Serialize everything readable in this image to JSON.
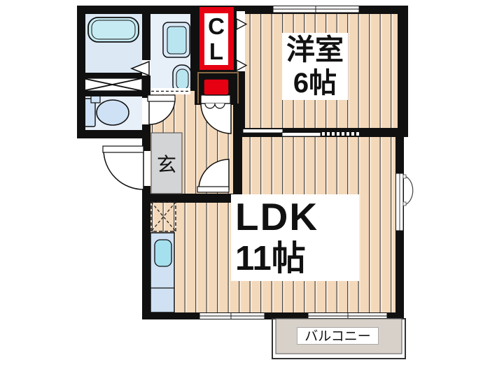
{
  "plan_type": "floorplan",
  "rooms": {
    "western_room": {
      "name": "洋室",
      "size": "6帖"
    },
    "ldk": {
      "name": "LDK",
      "size": "11帖"
    },
    "closet": {
      "label": "CL"
    },
    "genkan": {
      "label": "玄"
    },
    "balcony": {
      "label": "バルコニー"
    }
  },
  "fixtures": [
    "bathtub",
    "washing-machine",
    "washbasin",
    "laundry-pan",
    "toilet",
    "refrigerator-space",
    "kitchen-sink-counter",
    "entrance-door",
    "door-swing",
    "folding-bath-door",
    "closet-doors",
    "sliding-door",
    "sliding-windows",
    "balcony"
  ],
  "colors": {
    "background": "#ffffff",
    "wall": "#101010",
    "wood": "#f3d8ba",
    "wood_grain": "#4a4a4a",
    "wood_highlight": "#fdeedd",
    "accent_red": "#e60012",
    "bath_blue": "#dce9f5",
    "room_blue": "#e7eff9",
    "fixture_fill": "#d9e8f6",
    "water_blue": "#b9e5f0",
    "toilet_blue": "#cfe2f5",
    "sink_cyan": "#a5e0ee",
    "genkan_gray": "#d3d4d6",
    "balcony_gray": "#d8d1c9"
  }
}
